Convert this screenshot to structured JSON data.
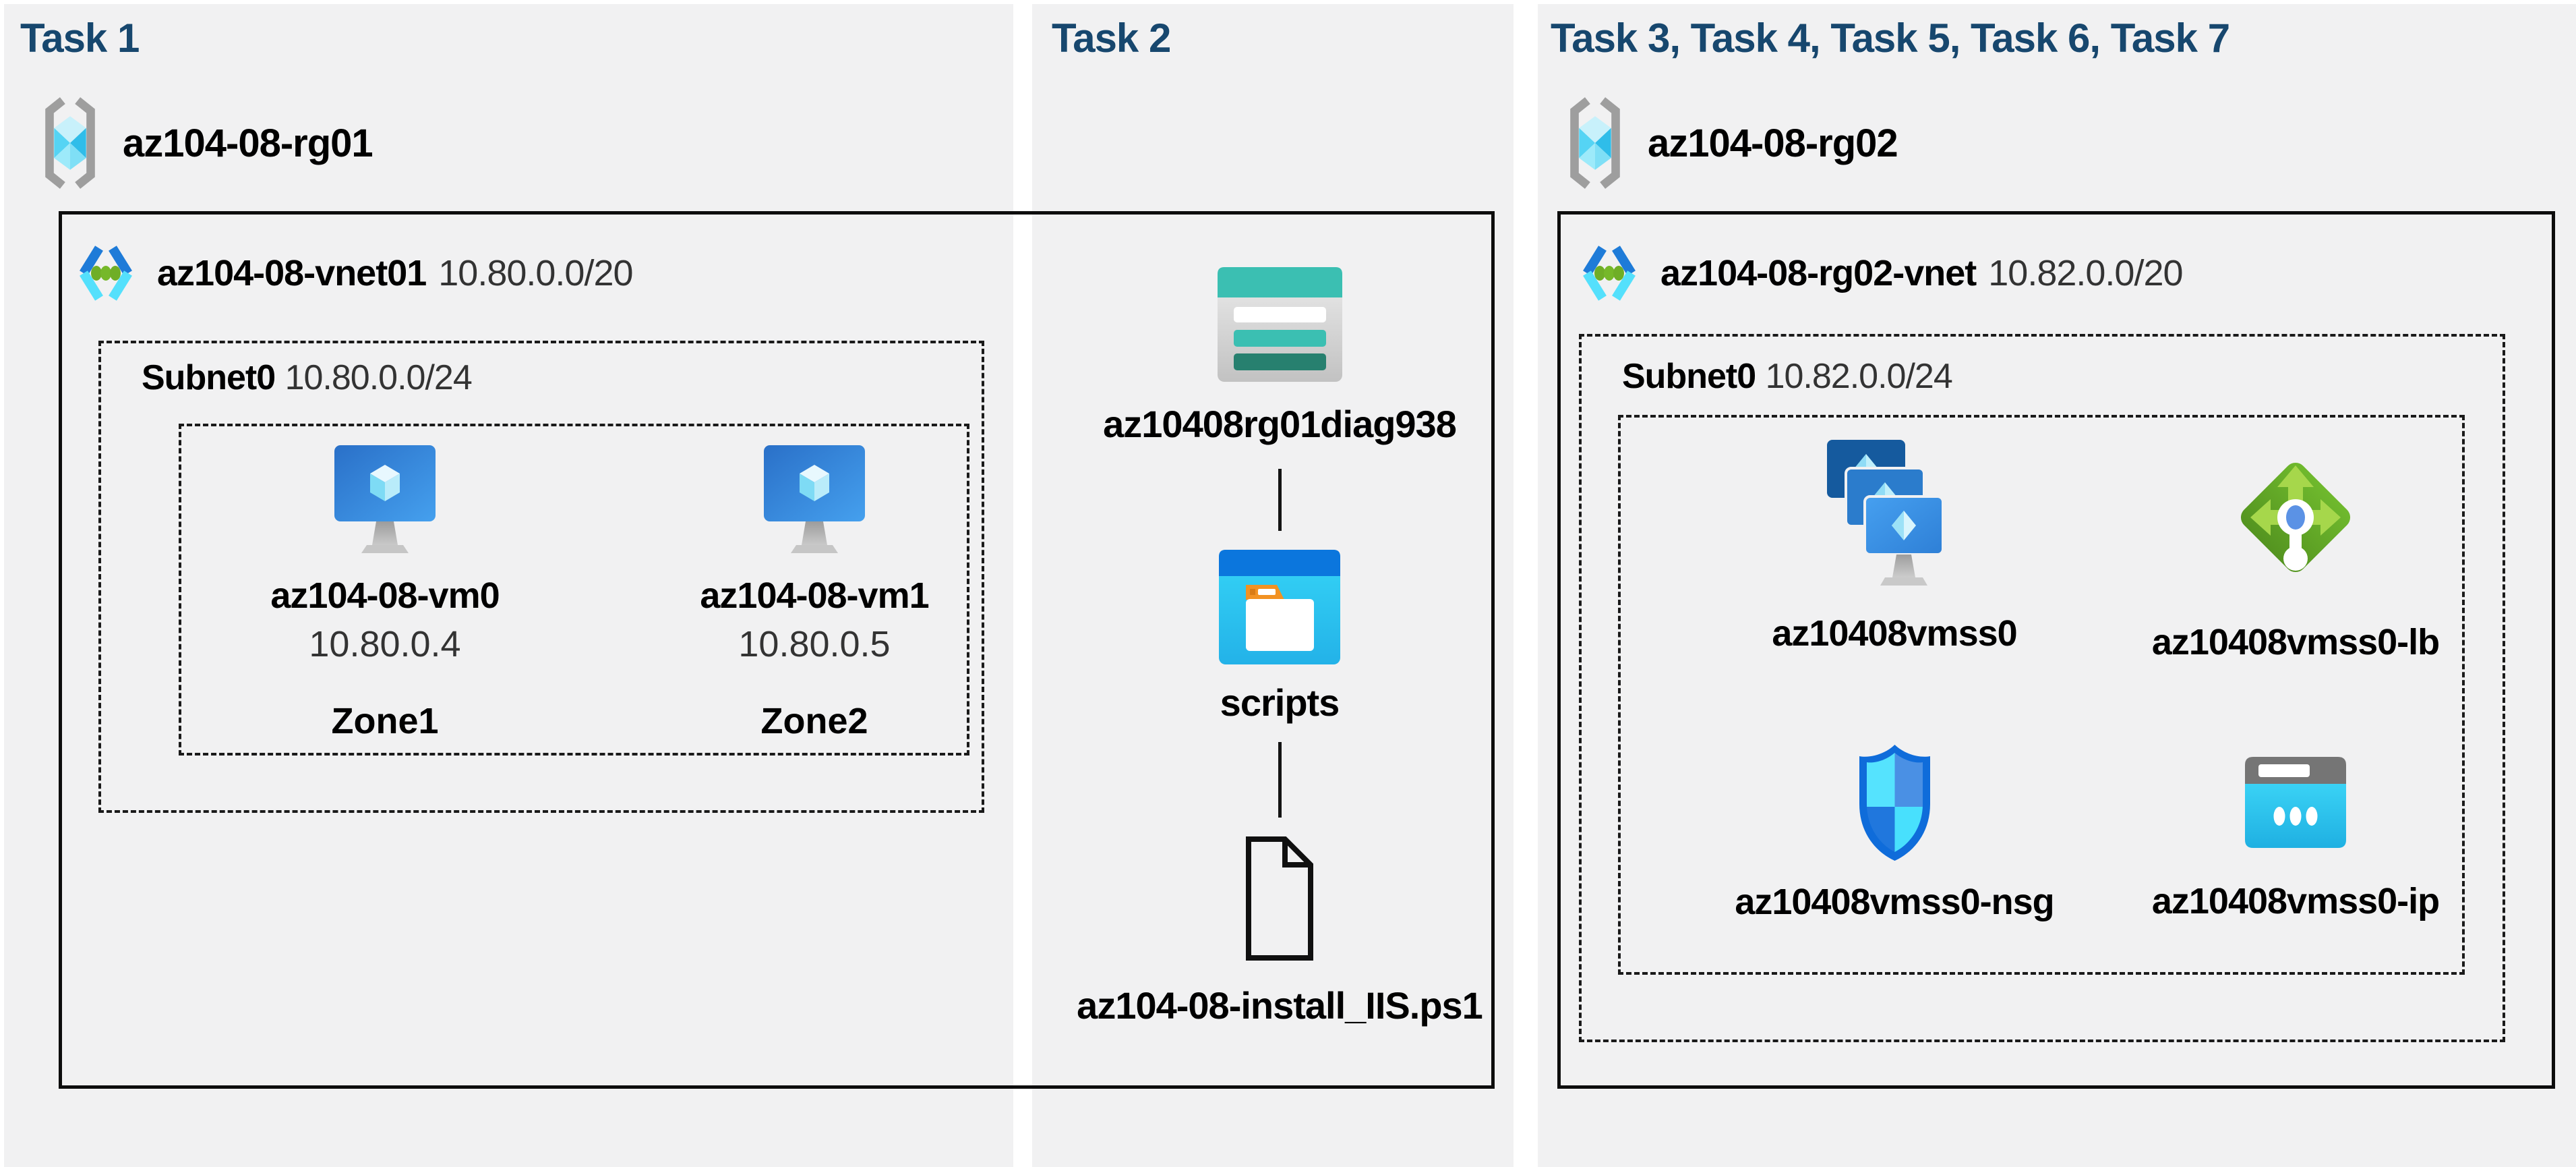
{
  "colors": {
    "background": "#ffffff",
    "panel": "#f1f1f2",
    "heading": "#17476e",
    "label": "#000000",
    "secondary_text": "#333333",
    "solid_border": "#0d0d0d",
    "dashed_border": "#1a1a1a",
    "connector": "#141414",
    "azure_blue": "#2a72c9",
    "light_cyan": "#50e6ff",
    "vnet_green_dot": "#76b82a",
    "storage_teal": "#3bbfb2",
    "storage_teal_dark": "#27806f",
    "scripts_blue": "#0b76dd",
    "scripts_cyan": "#33d3f6",
    "folder_orange": "#f29222",
    "lb_green": "#6cb42c",
    "lb_arrow_green": "#a6d74b",
    "nsg_border_blue": "#0f6cda",
    "ip_gray": "#757575",
    "stand_gray": "#9c9c9c"
  },
  "icons": {
    "resource_group": "resource-group-icon (gray brackets with cyan crystal)",
    "virtual_network": "virtual-network-icon (blue/cyan chevrons with green dots)",
    "virtual_machine": "virtual-machine-icon (blue monitor with crystal)",
    "storage_account": "storage-account-icon (teal table card)",
    "blob_container": "blob-container-icon (window with folder)",
    "ps1_file": "file-icon (document outline with folded corner)",
    "vm_scale_set": "vmss-icon (three stacked monitors)",
    "load_balancer": "load-balancer-icon (green diamond with arrows)",
    "network_security_group": "nsg-icon (blue quadrant shield)",
    "public_ip": "public-ip-icon (browser bar with dots)"
  },
  "task1": {
    "heading": "Task 1",
    "resource_group": "az104-08-rg01",
    "vnet_name": "az104-08-vnet01",
    "vnet_cidr": "10.80.0.0/20",
    "subnet_name": "Subnet0",
    "subnet_cidr": "10.80.0.0/24",
    "vms": [
      {
        "name": "az104-08-vm0",
        "ip": "10.80.0.4",
        "zone": "Zone1"
      },
      {
        "name": "az104-08-vm1",
        "ip": "10.80.0.5",
        "zone": "Zone2"
      }
    ]
  },
  "task2": {
    "heading": "Task 2",
    "storage_account": "az10408rg01diag938",
    "container": "scripts",
    "file": "az104-08-install_IIS.ps1"
  },
  "task3": {
    "heading": "Task 3, Task 4, Task 5, Task 6, Task 7",
    "resource_group": "az104-08-rg02",
    "vnet_name": "az104-08-rg02-vnet",
    "vnet_cidr": "10.82.0.0/20",
    "subnet_name": "Subnet0",
    "subnet_cidr": "10.82.0.0/24",
    "resources": [
      {
        "name": "az10408vmss0"
      },
      {
        "name": "az10408vmss0-lb"
      },
      {
        "name": "az10408vmss0-nsg"
      },
      {
        "name": "az10408vmss0-ip"
      }
    ]
  }
}
